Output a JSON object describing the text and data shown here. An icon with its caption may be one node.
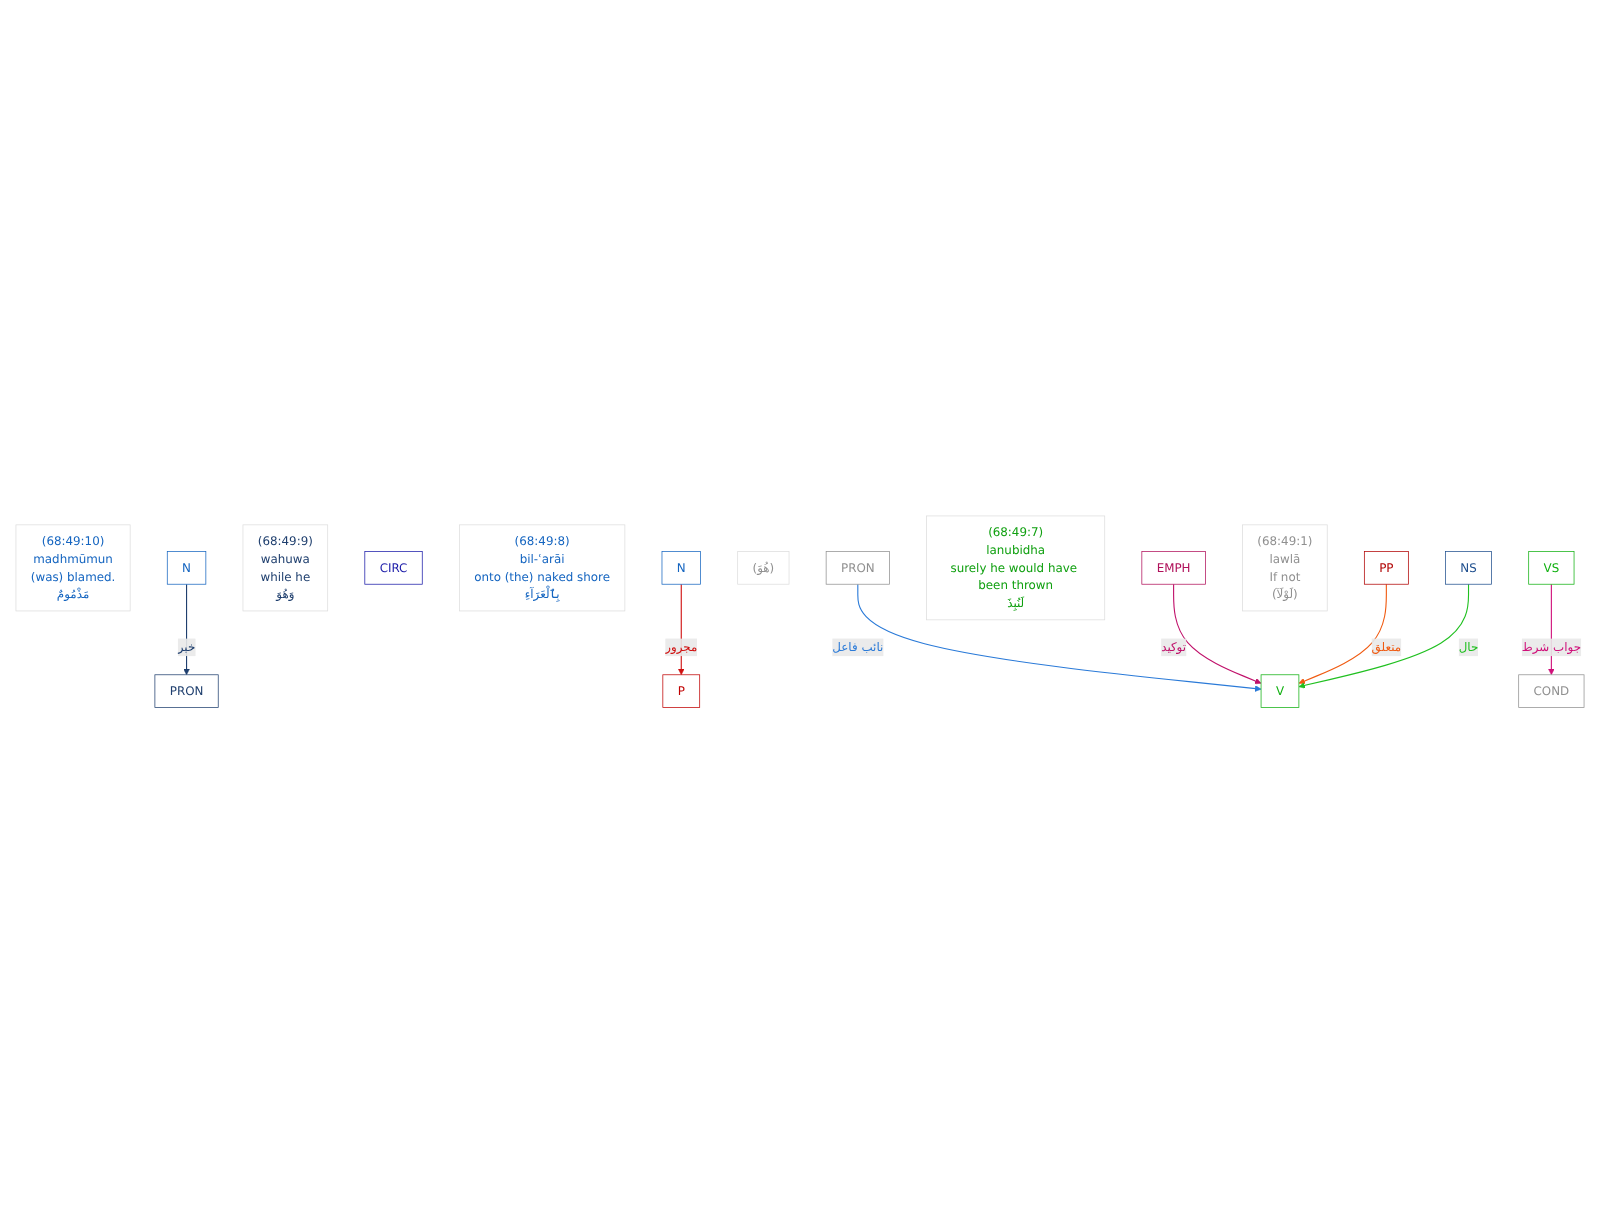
{
  "diagram": {
    "nodes": [
      {
        "text": [
          "(68:49:10)",
          "madhmūmun",
          "(was) blamed.",
          "مَذْمُومٌ"
        ]
      },
      {
        "text": [
          "N"
        ]
      },
      {
        "text": [
          "(68:49:9)",
          "wahuwa",
          "while he",
          "وَهُوَ"
        ]
      },
      {
        "text": [
          "PRON"
        ]
      },
      {
        "text": [
          "CIRC"
        ]
      },
      {
        "text": [
          "(68:49:8)",
          "bil-ʿarāi",
          "onto (the) naked shore",
          "بِٱلْعَرَآءِ"
        ]
      },
      {
        "text": [
          "N"
        ]
      },
      {
        "text": [
          "P"
        ]
      },
      {
        "text": [
          "(هُوَ)"
        ]
      },
      {
        "text": [
          "PRON"
        ]
      },
      {
        "text": [
          "(68:49:7)",
          "lanubidha",
          "surely he would have been thrown",
          "لَنُبِذَ"
        ]
      },
      {
        "text": [
          "V"
        ]
      },
      {
        "text": [
          "EMPH"
        ]
      },
      {
        "text": [
          "(68:49:1)",
          "lawlā",
          "If not",
          "(لَوْلَآ)"
        ]
      },
      {
        "text": [
          "COND"
        ]
      },
      {
        "text": [
          "NS"
        ]
      },
      {
        "text": [
          "PP"
        ]
      },
      {
        "text": [
          "VS"
        ]
      }
    ],
    "edges": [
      {
        "from": 1,
        "to": 3,
        "arrow": "to",
        "label": "خبر",
        "color": "#1f3f6e"
      },
      {
        "from": 6,
        "to": 7,
        "arrow": "to",
        "label": "مجرور",
        "color": "#d01010"
      },
      {
        "from": 9,
        "to": 11,
        "arrow": "to",
        "label": "نائب فاعل",
        "color": "#2a7ad8"
      },
      {
        "from": 12,
        "to": 11,
        "arrow": "to",
        "label": "توكيد",
        "color": "#c0106a"
      },
      {
        "from": 16,
        "to": 11,
        "arrow": "to",
        "label": "متعلق",
        "color": "#f05a10"
      },
      {
        "from": 15,
        "to": 11,
        "arrow": "to",
        "label": "حال",
        "color": "#20c020"
      },
      {
        "from": 17,
        "to": 14,
        "arrow": "to",
        "label": "جواب شرط",
        "color": "#d0107a"
      }
    ]
  }
}
